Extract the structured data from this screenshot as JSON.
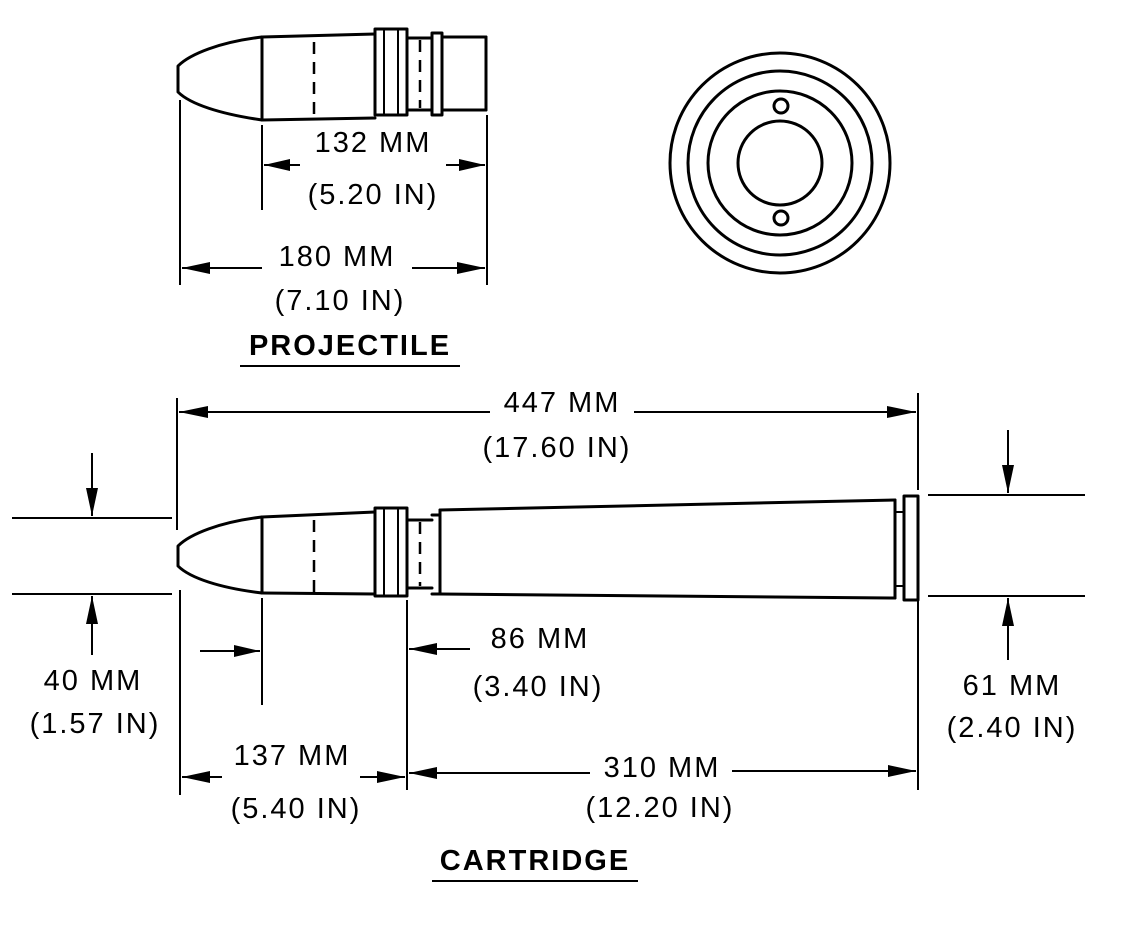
{
  "projectile": {
    "caption": "PROJECTILE",
    "body_length_mm": "132 MM",
    "body_length_in": "(5.20 IN)",
    "overall_length_mm": "180 MM",
    "overall_length_in": "(7.10 IN)"
  },
  "cartridge": {
    "caption": "CARTRIDGE",
    "overall_length_mm": "447 MM",
    "overall_length_in": "(17.60 IN)",
    "nose_diameter_mm": "40 MM",
    "nose_diameter_in": "(1.57 IN)",
    "band_position_mm": "86 MM",
    "band_position_in": "(3.40 IN)",
    "projectile_length_mm": "137 MM",
    "projectile_length_in": "(5.40 IN)",
    "case_length_mm": "310 MM",
    "case_length_in": "(12.20 IN)",
    "case_diameter_mm": "61 MM",
    "case_diameter_in": "(2.40 IN)"
  }
}
